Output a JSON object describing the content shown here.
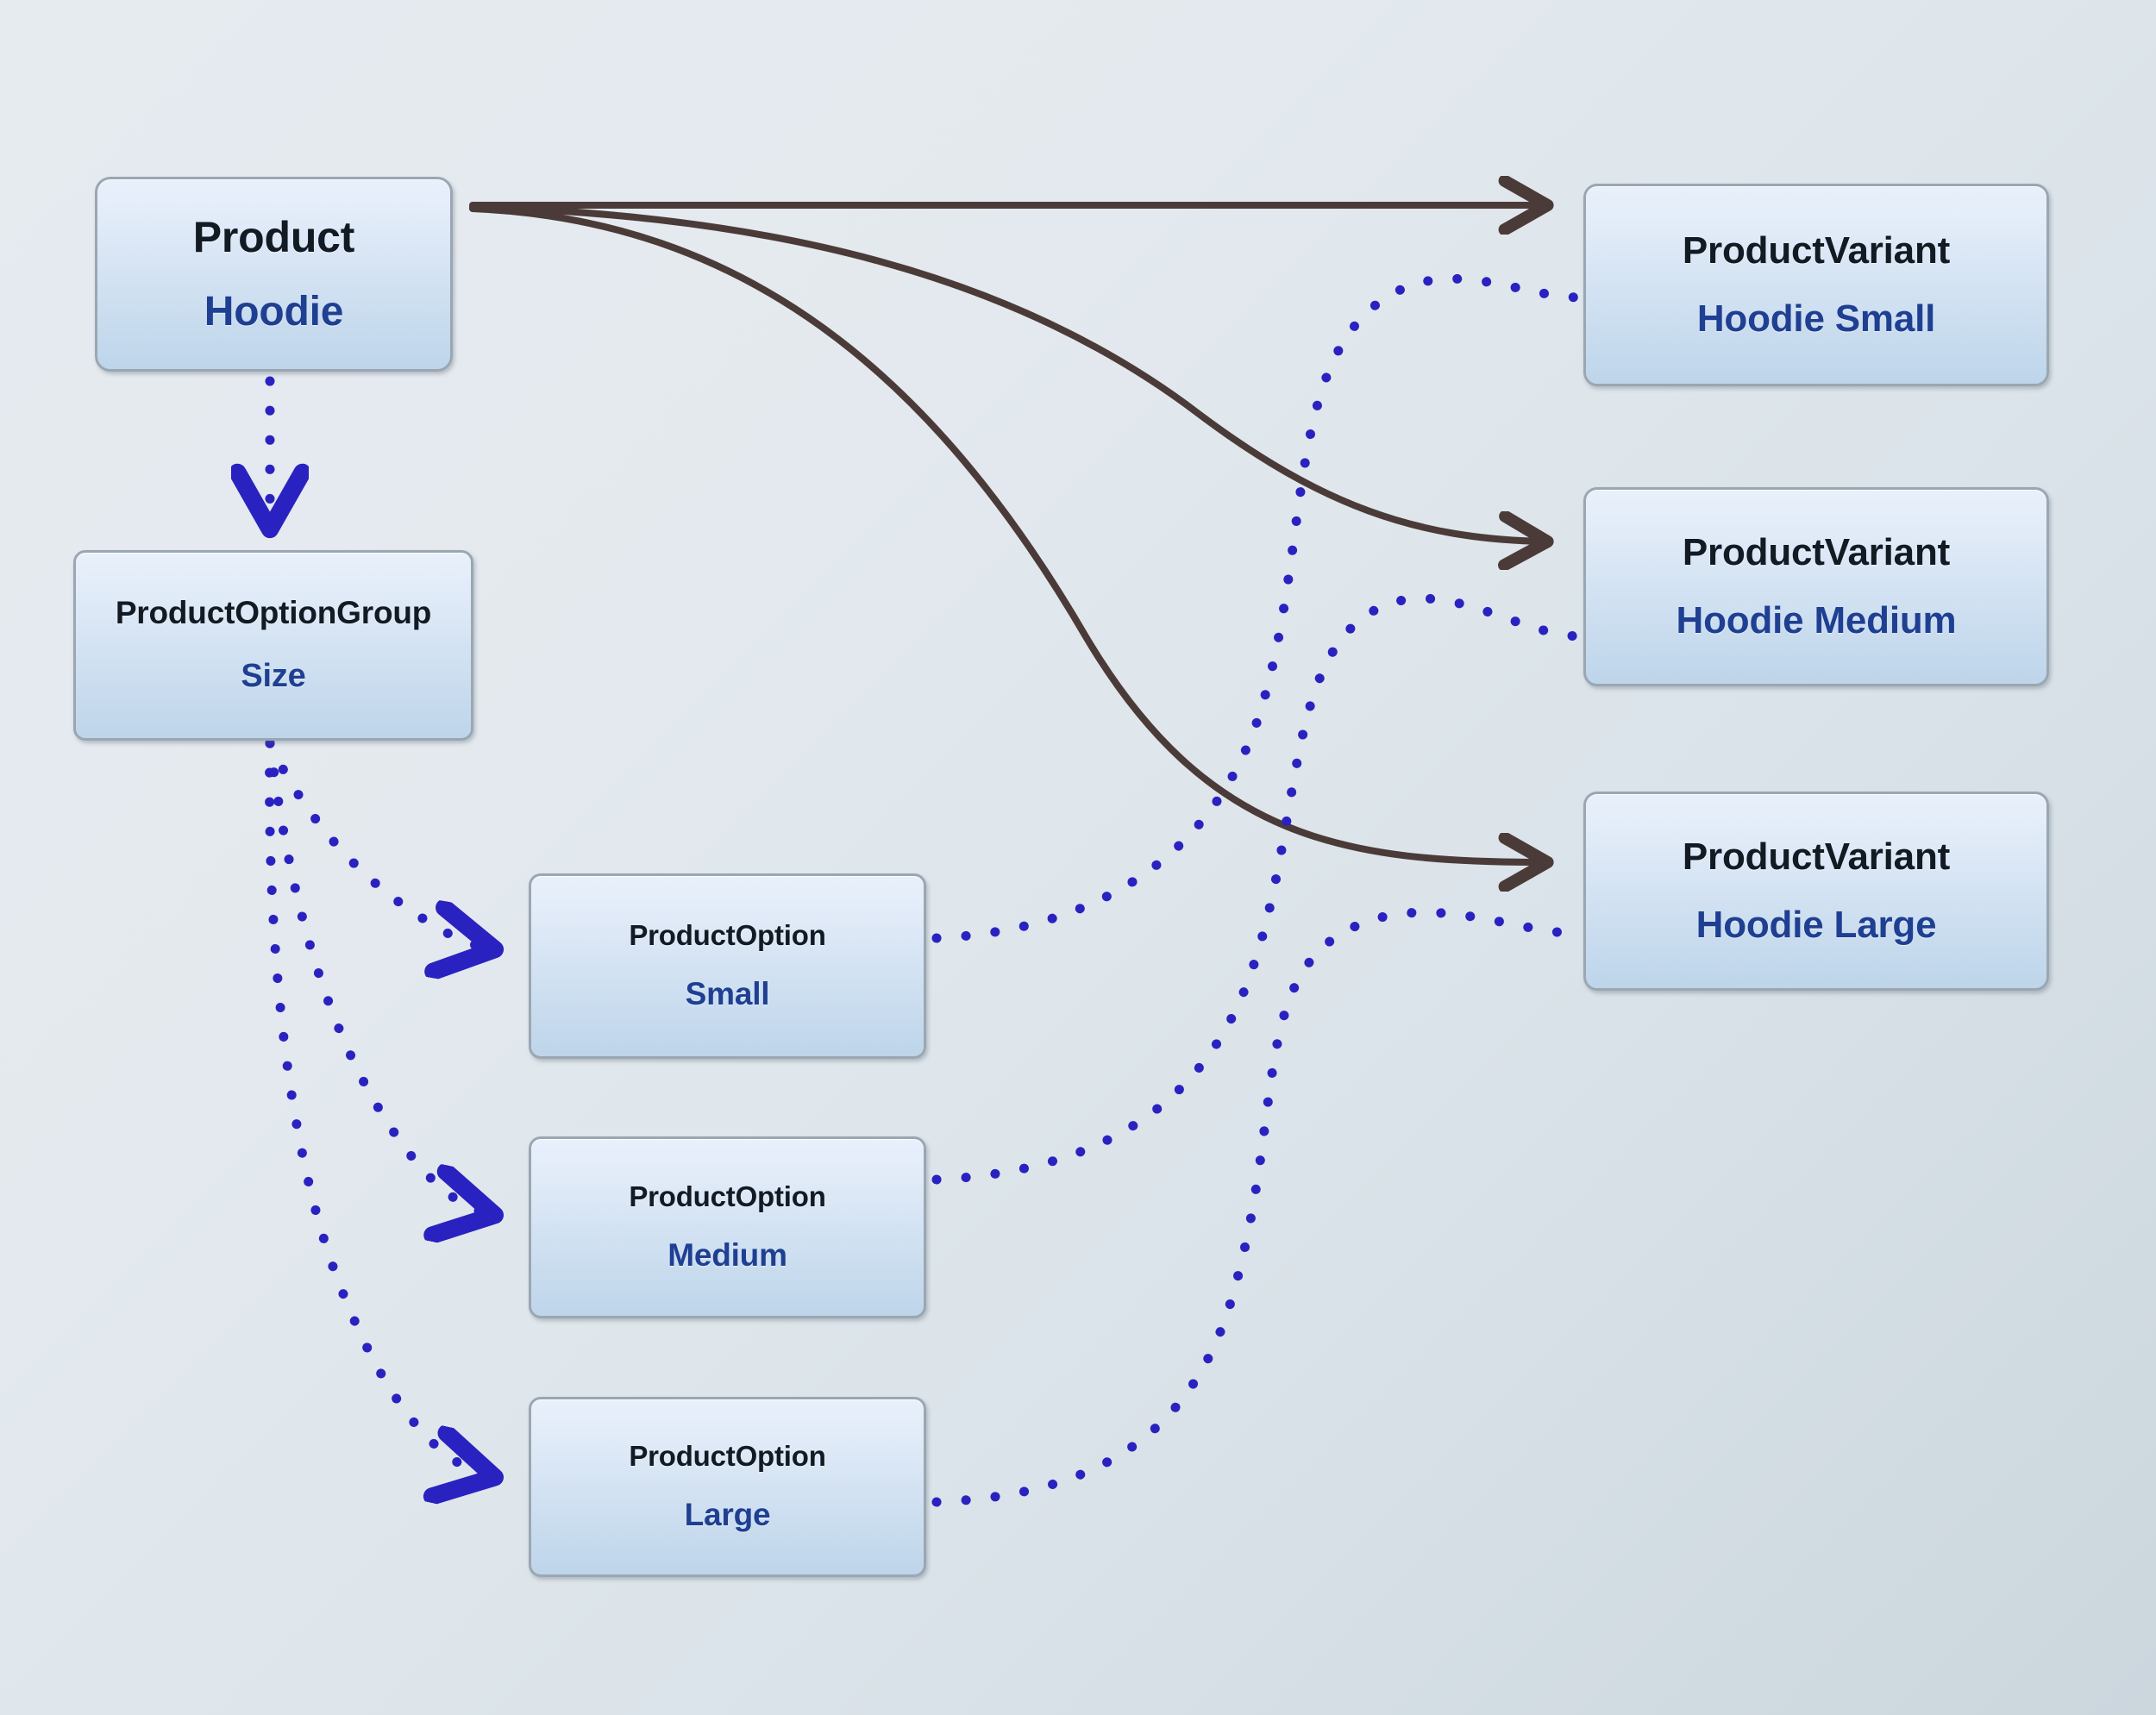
{
  "diagram": {
    "title": "Product / ProductOptionGroup / ProductOption / ProductVariant relationship diagram",
    "colors": {
      "background_top_left": "#e6ebf0",
      "background_bottom_right": "#cbd6dd",
      "node_fill_top": "#e9f0fc",
      "node_fill_bottom": "#bed5ea",
      "node_border": "#9aa7b2",
      "type_text": "#121a24",
      "name_text": "#1f3f92",
      "solid_edge": "#4b3b38",
      "dotted_edge": "#2a22c0"
    }
  },
  "nodes": {
    "product": {
      "type": "Product",
      "name": "Hoodie"
    },
    "option_group": {
      "type": "ProductOptionGroup",
      "name": "Size"
    },
    "options": [
      {
        "type": "ProductOption",
        "name": "Small"
      },
      {
        "type": "ProductOption",
        "name": "Medium"
      },
      {
        "type": "ProductOption",
        "name": "Large"
      }
    ],
    "variants": [
      {
        "type": "ProductVariant",
        "name": "Hoodie Small"
      },
      {
        "type": "ProductVariant",
        "name": "Hoodie Medium"
      },
      {
        "type": "ProductVariant",
        "name": "Hoodie Large"
      }
    ]
  },
  "edges": [
    {
      "from": "product",
      "to": "variant-small",
      "style": "solid",
      "arrow": "end"
    },
    {
      "from": "product",
      "to": "variant-medium",
      "style": "solid",
      "arrow": "end"
    },
    {
      "from": "product",
      "to": "variant-large",
      "style": "solid",
      "arrow": "end"
    },
    {
      "from": "product",
      "to": "option-group",
      "style": "dotted",
      "arrow": "end"
    },
    {
      "from": "option-group",
      "to": "option-small",
      "style": "dotted",
      "arrow": "end"
    },
    {
      "from": "option-group",
      "to": "option-medium",
      "style": "dotted",
      "arrow": "end"
    },
    {
      "from": "option-group",
      "to": "option-large",
      "style": "dotted",
      "arrow": "end"
    },
    {
      "from": "option-small",
      "to": "variant-small",
      "style": "dotted",
      "arrow": "none"
    },
    {
      "from": "option-medium",
      "to": "variant-medium",
      "style": "dotted",
      "arrow": "none"
    },
    {
      "from": "option-large",
      "to": "variant-large",
      "style": "dotted",
      "arrow": "none"
    }
  ]
}
